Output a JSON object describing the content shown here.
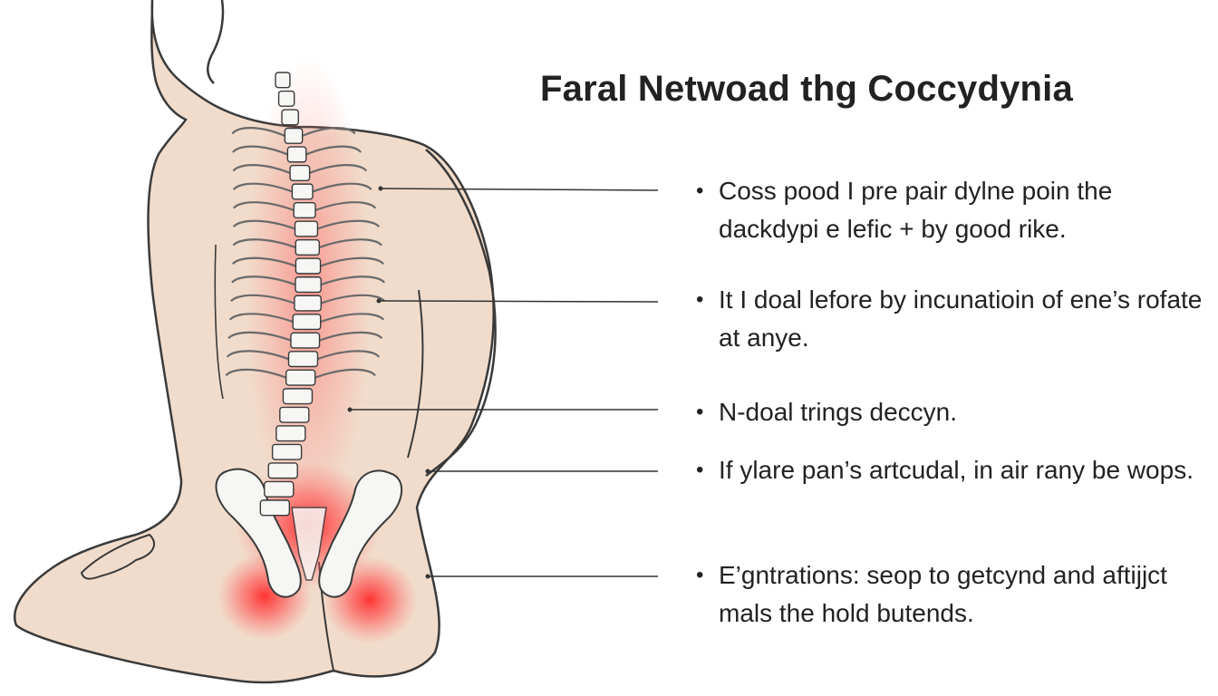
{
  "title": "Faral Netwoad thg Coccydynia",
  "bullets": [
    "Coss pood I pre pair dylne poin the dackdypi e lefic + by good rike.",
    "It I doal lefore by incunatioin of ene’s rofate at anye.",
    "N-doal trings deccyn.",
    "If ylare pan’s artcudal, in air rany be wops.",
    "E’gntrations: seop to getcynd and aftijjct mals the hold butends."
  ],
  "colors": {
    "skin": "#f1dccb",
    "outline": "#3a3a3a",
    "bone": "#f6f6f4",
    "pain": "#ff3b3b",
    "text": "#222222"
  }
}
